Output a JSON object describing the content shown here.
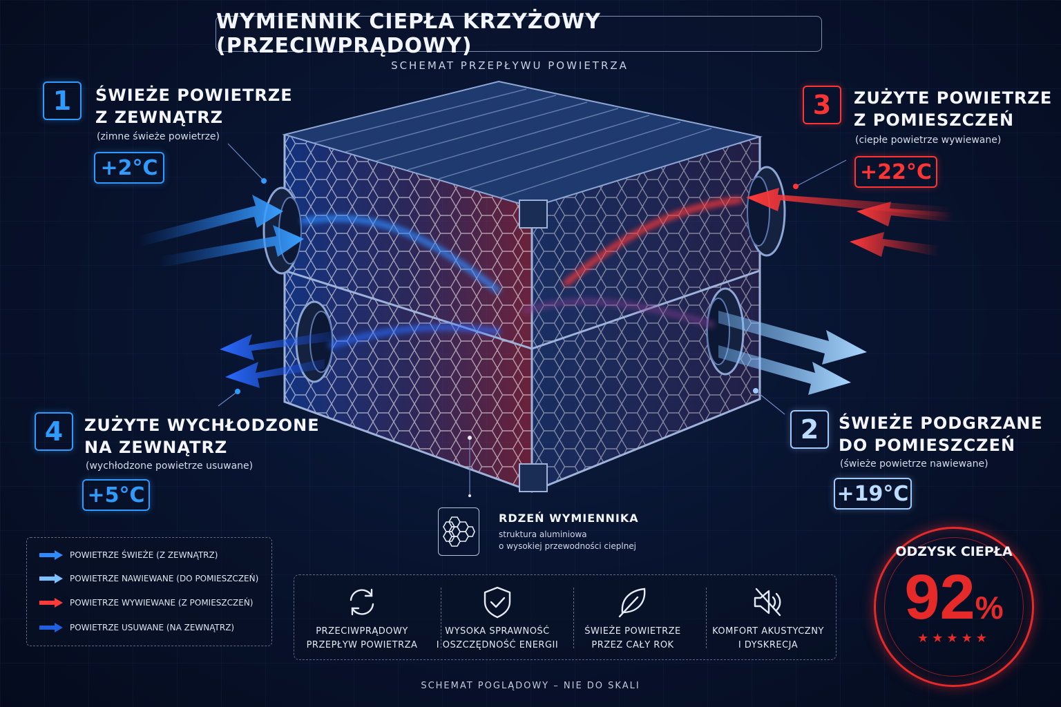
{
  "title": "WYMIENNIK CIEPŁA KRZYŻOWY (PRZECIWPRĄDOWY)",
  "subtitle": "SCHEMAT PRZEPŁYWU POWIETRZA",
  "steps": [
    {
      "num": "1",
      "line1": "ŚWIEŻE POWIETRZE",
      "line2": "Z ZEWNĄTRZ",
      "desc": "(zimne świeże powietrze)",
      "temp": "+2°C",
      "color": "#2f9bff"
    },
    {
      "num": "2",
      "line1": "ŚWIEŻE PODGRZANE",
      "line2": "DO POMIESZCZEŃ",
      "desc": "(świeże powietrze nawiewane)",
      "temp": "+19°C",
      "color": "#9fcbff"
    },
    {
      "num": "3",
      "line1": "ZUŻYTE POWIETRZE",
      "line2": "Z POMIESZCZEŃ",
      "desc": "(ciepłe powietrze wywiewane)",
      "temp": "+22°C",
      "color": "#ff3434"
    },
    {
      "num": "4",
      "line1": "ZUŻYTE WYCHŁODZONE",
      "line2": "NA ZEWNĄTRZ",
      "desc": "(wychłodzone powietrze usuwane)",
      "temp": "+5°C",
      "color": "#2f9bff"
    }
  ],
  "legend": [
    {
      "label": "POWIETRZE ŚWIEŻE (Z ZEWNĄTRZ)",
      "color": "#2f8cff"
    },
    {
      "label": "POWIETRZE NAWIEWANE (DO POMIESZCZEŃ)",
      "color": "#7cc0ff"
    },
    {
      "label": "POWIETRZE WYWIEWANE (Z POMIESZCZEŃ)",
      "color": "#ff3a3a"
    },
    {
      "label": "POWIETRZE USUWANE (NA ZEWNĄTRZ)",
      "color": "#1f5fe0"
    }
  ],
  "core": {
    "title": "RDZEŃ WYMIENNIKA",
    "line1": "struktura aluminiowa",
    "line2": "o wysokiej przewodności cieplnej",
    "icon": "honeycomb-icon"
  },
  "features": [
    {
      "line1": "PRZECIWPRĄDOWY",
      "line2": "PRZEPŁYW POWIETRZA",
      "icon": "refresh-arrows-icon"
    },
    {
      "line1": "WYSOKA SPRAWNOŚĆ",
      "line2": "I OSZCZĘDNOŚĆ ENERGII",
      "icon": "shield-check-icon"
    },
    {
      "line1": "ŚWIEŻE POWIETRZE",
      "line2": "PRZEZ CAŁY ROK",
      "icon": "leaf-icon"
    },
    {
      "line1": "KOMFORT AKUSTYCZNY",
      "line2": "I DYSKRECJA",
      "icon": "speaker-mute-icon"
    }
  ],
  "badge": {
    "title": "ODZYSK CIEPŁA",
    "value": "92",
    "unit": "%",
    "stars": "★★★★★",
    "color": "#e62a2a"
  },
  "footer": "SCHEMAT POGLĄDOWY – NIE DO SKALI"
}
